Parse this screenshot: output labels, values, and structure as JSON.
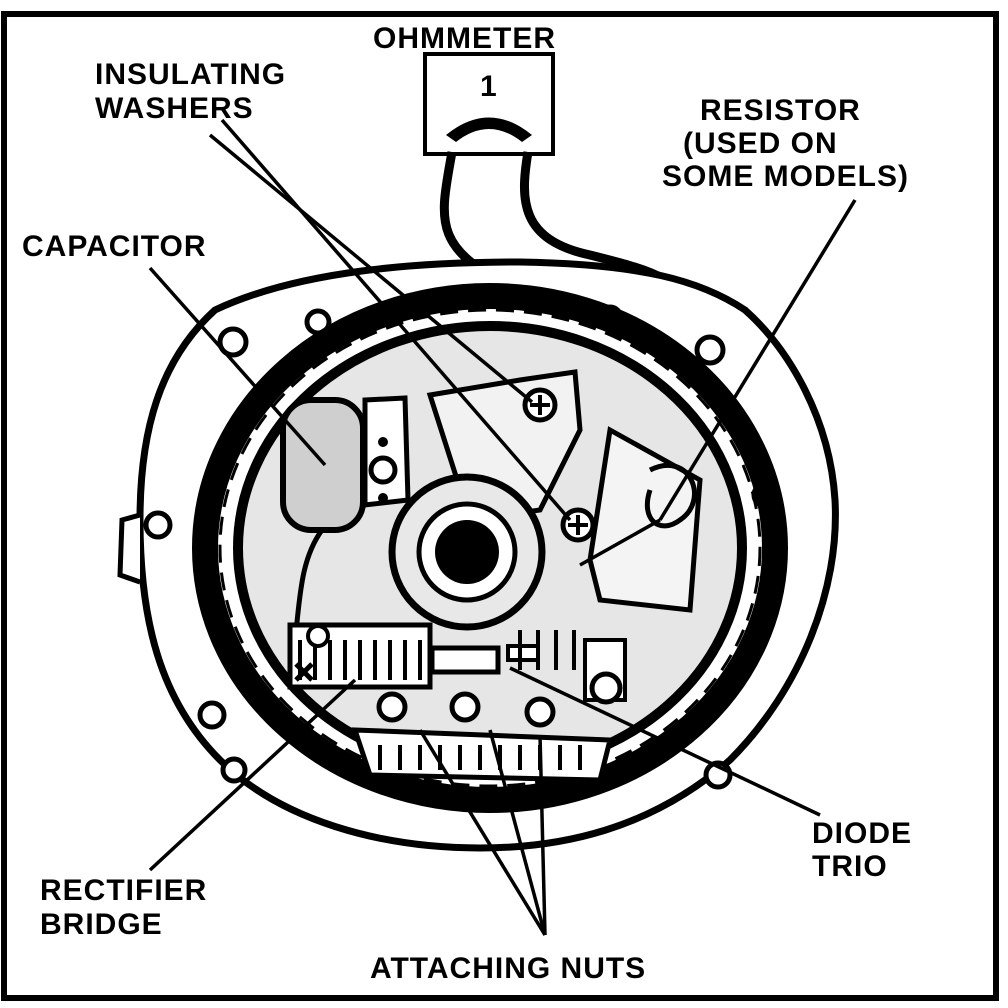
{
  "labels": {
    "ohmmeter": "OHMMETER",
    "ohmmeter_dial": "1",
    "insulating_washers_1": "INSULATING",
    "insulating_washers_2": "WASHERS",
    "resistor_1": "RESISTOR",
    "resistor_2": "(USED ON",
    "resistor_3": "SOME MODELS)",
    "capacitor": "CAPACITOR",
    "diode_trio_1": "DIODE",
    "diode_trio_2": "TRIO",
    "rectifier_bridge_1": "RECTIFIER",
    "rectifier_bridge_2": "BRIDGE",
    "attaching_nuts": "ATTACHING NUTS"
  },
  "colors": {
    "ink": "#000000",
    "paper": "#ffffff",
    "shade": "#d9d9d9"
  }
}
